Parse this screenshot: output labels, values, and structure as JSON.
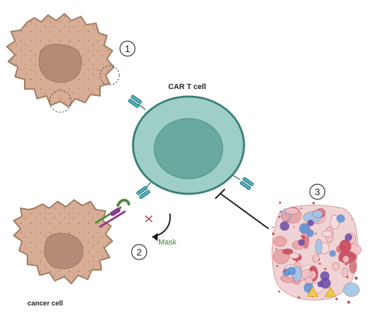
{
  "labels": {
    "car_t_cell": "CAR T cell",
    "cancer_cell": "cancer cell",
    "mask": "Mask"
  },
  "markers": {
    "one": "1",
    "two": "2",
    "three": "3"
  },
  "colors": {
    "cancer_cell_fill": "#d7ad96",
    "cancer_cell_stroke": "#a27b61",
    "nucleus_fill": "#b48b76",
    "car_t_fill": "#9dcfc6",
    "car_t_stroke": "#3b8079",
    "car_t_nucleus": "#6aa99f",
    "receptor": "#3a98a7",
    "mask_green": "#3f7a3a",
    "x_red": "#b5323a"
  }
}
